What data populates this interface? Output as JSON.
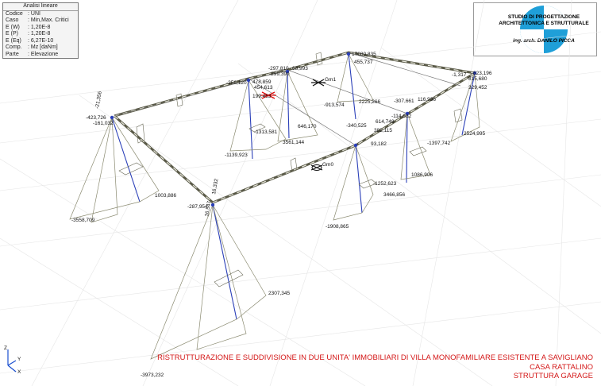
{
  "info_panel": {
    "title": "Analisi lineare",
    "rows": [
      {
        "key": "Codice",
        "value": ": UNI"
      },
      {
        "key": "Caso",
        "value": ": Min,Max. Critici"
      },
      {
        "key": "E (W)",
        "value": ": 1,20E-8"
      },
      {
        "key": "E (P)",
        "value": ": 1,20E-8"
      },
      {
        "key": "E (Eq)",
        "value": ": 6,27E-10"
      },
      {
        "key": "Comp.",
        "value": ": Mz [daNm]"
      },
      {
        "key": "Parte",
        "value": ": Elevazione"
      }
    ]
  },
  "logo": {
    "studio_line1": "STUDIO DI PROGETTAZIONE",
    "studio_line2": "ARCHITETTONICA E STRUTTURALE",
    "architect": "ing. arch. DANILO PICCA"
  },
  "caption": {
    "line1": "RISTRUTTURAZIONE E SUDDIVISIONE IN DUE UNITA' IMMOBILIARI DI VILLA MONOFAMILIARE ESISTENTE A SAVIGLIANO",
    "line2": "CASA RATTALINO",
    "line3": "STRUTTURA GARAGE",
    "color": "#d41818"
  },
  "axes": {
    "z": "Z",
    "y": "Y",
    "x": "X"
  },
  "markers": {
    "gm1": "Gm1",
    "gm0": "Gm0"
  },
  "moment_labels": [
    "-21,356",
    "-423,726",
    "-161,032",
    "1003,886",
    "-3558,709",
    "-256,120",
    "478,859",
    "454,613",
    "199,453",
    "-1313,581",
    "-1139,923",
    "646,170",
    "3561,144",
    "-297,810",
    "-299,390",
    "68,993",
    "17080,835",
    "455,737",
    "-913,574",
    "2225,266",
    "-1,317",
    "823,196",
    "815,680",
    "329,452",
    "2524,995",
    "-1397,742",
    "-307,661",
    "116,936",
    "-114,622",
    "-340,525",
    "614,748",
    "382,115",
    "93,182",
    "1086,906",
    "-1252,623",
    "3466,856",
    "-1908,865",
    "16,332",
    "-287,954",
    "16,547",
    "2307,345",
    "-3973,232"
  ]
}
